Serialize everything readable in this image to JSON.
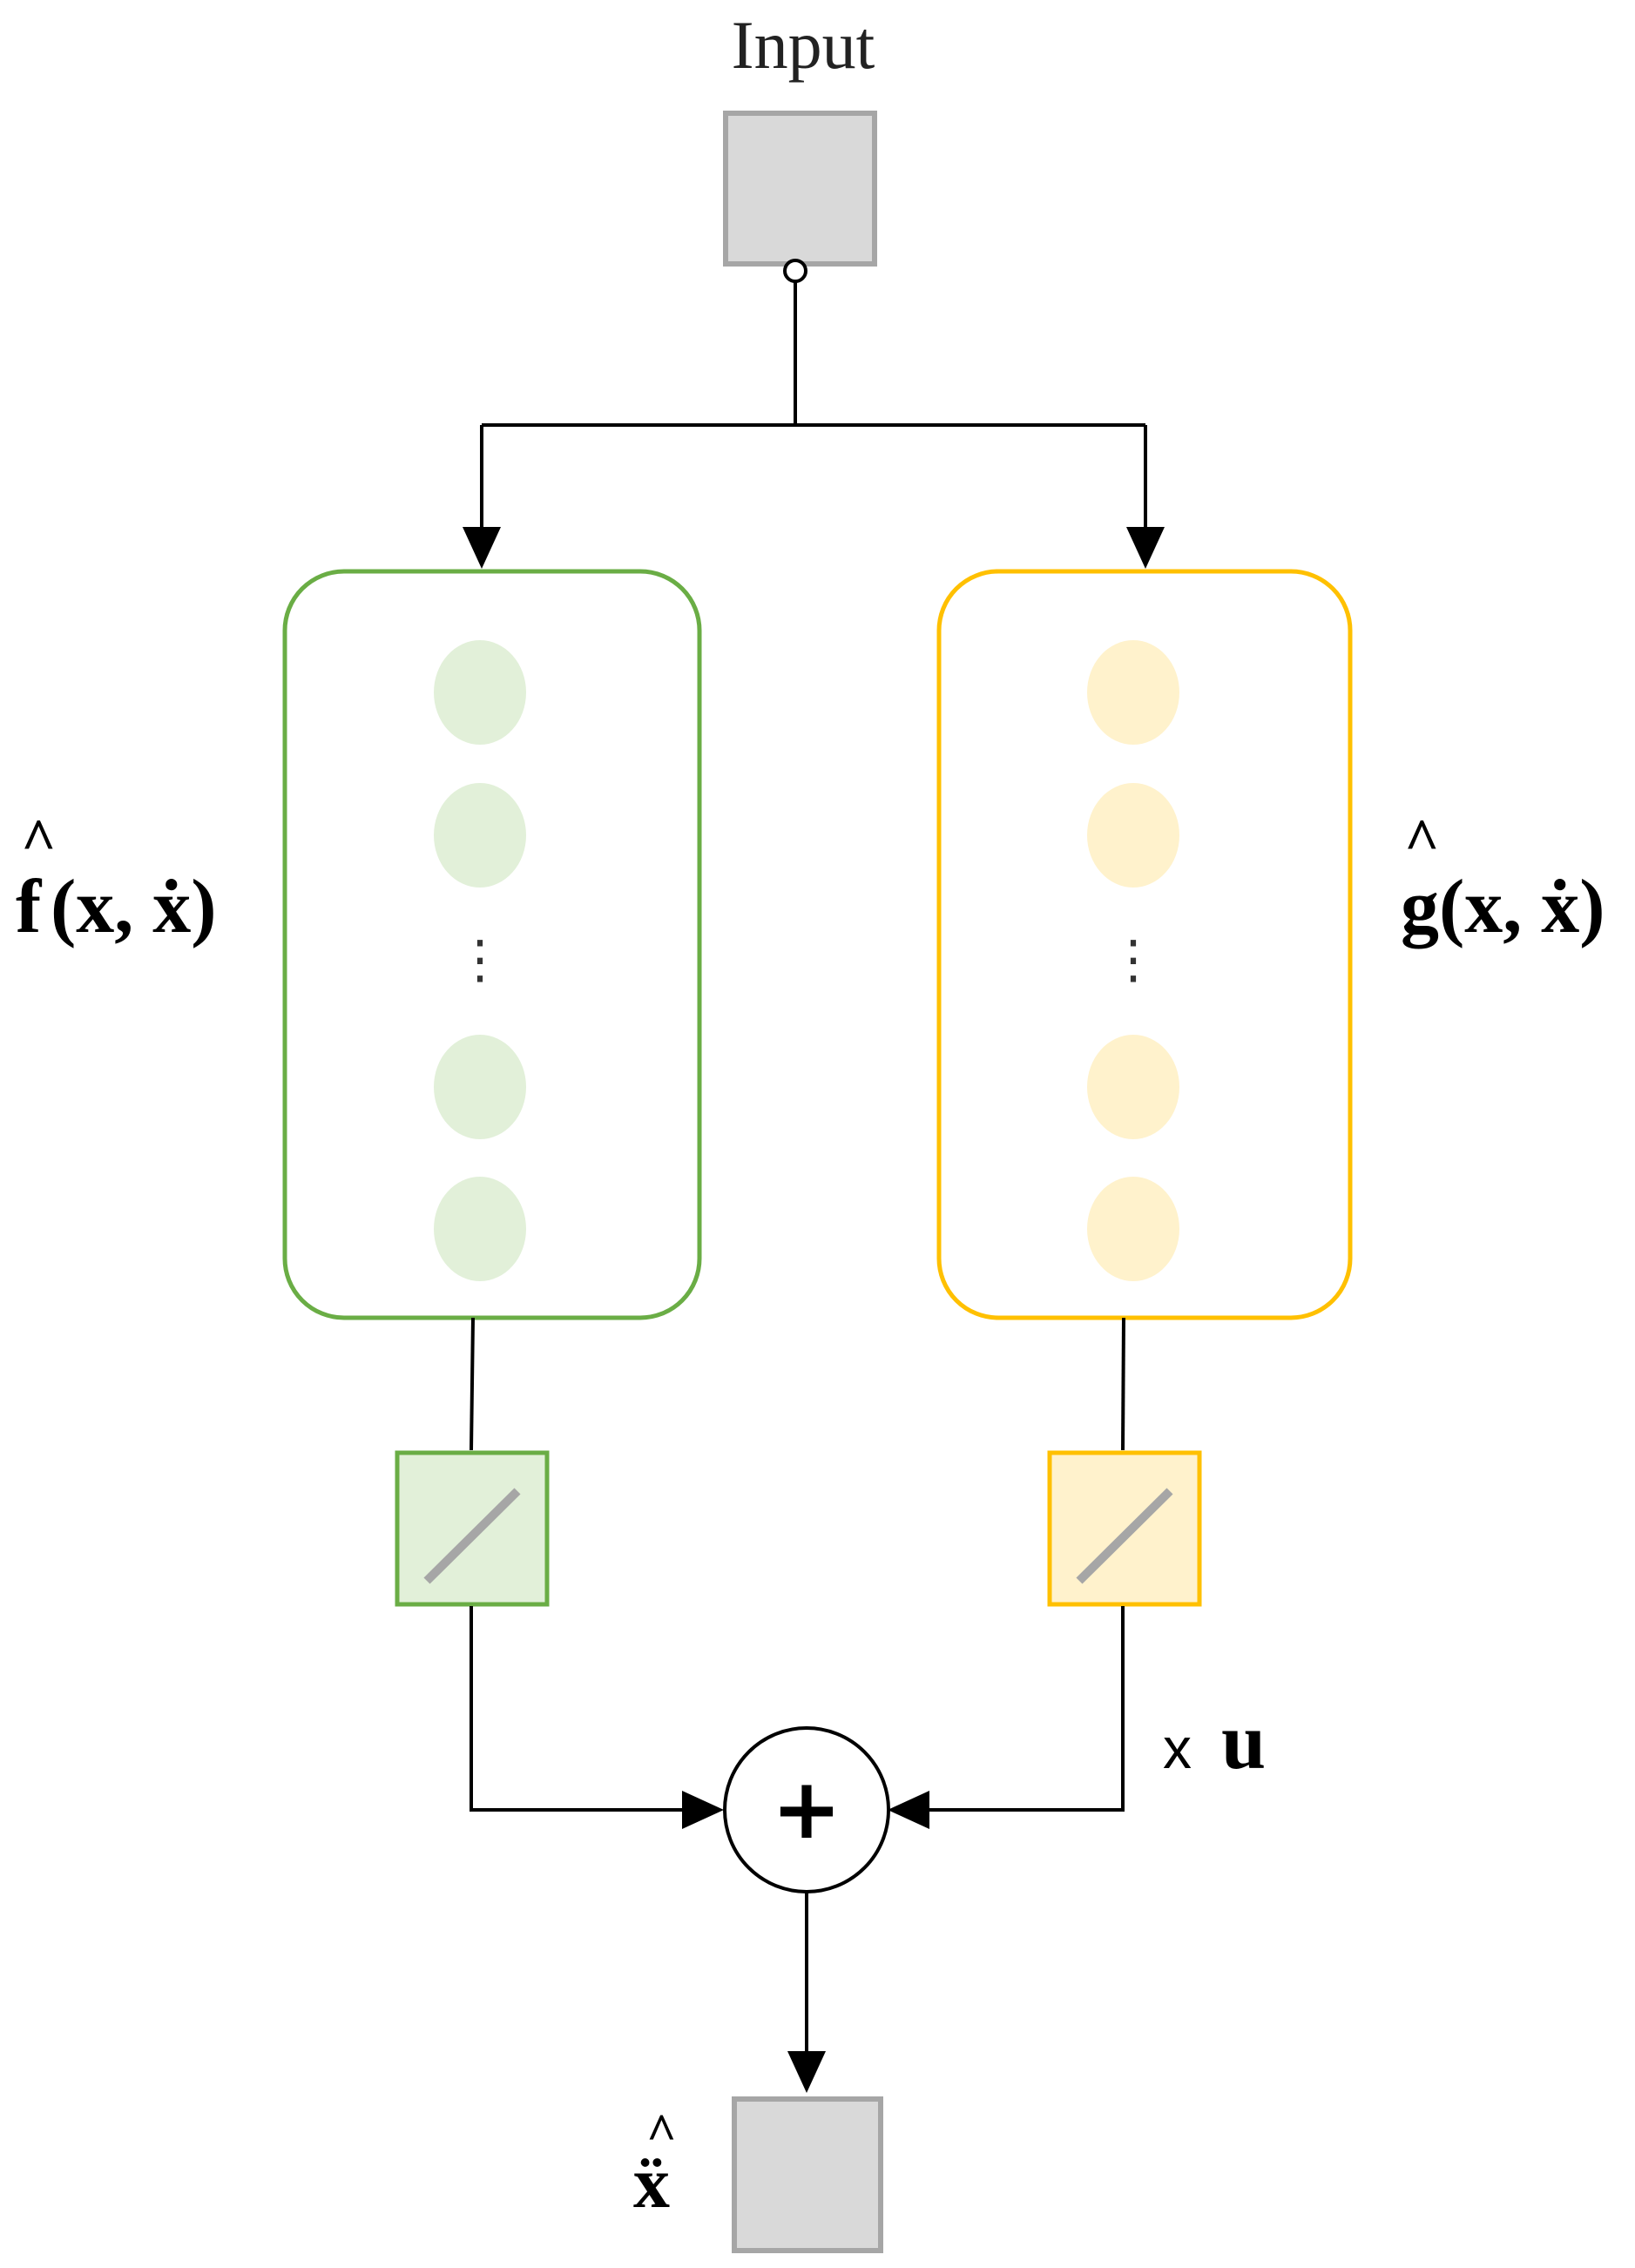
{
  "input": {
    "label": "Input"
  },
  "f_network": {
    "label_f": "f",
    "label_hat": "^",
    "label_args": "(x, ẋ)",
    "ellipsis": "⋮",
    "border_color": "#6aad45",
    "node_color": "#e2f0d9"
  },
  "g_network": {
    "label_g": "g",
    "label_hat": "^",
    "label_args": "(x, ẋ)",
    "ellipsis": "⋮",
    "border_color": "#ffc000",
    "node_color": "#fff2cc"
  },
  "activations": {
    "f_fill": "#e2f0d9",
    "g_fill": "#fff2cc"
  },
  "multiplier": {
    "times": "x",
    "u": "u"
  },
  "sum_node": {
    "symbol": "+"
  },
  "output": {
    "label": "ẍ",
    "hat": "^"
  }
}
